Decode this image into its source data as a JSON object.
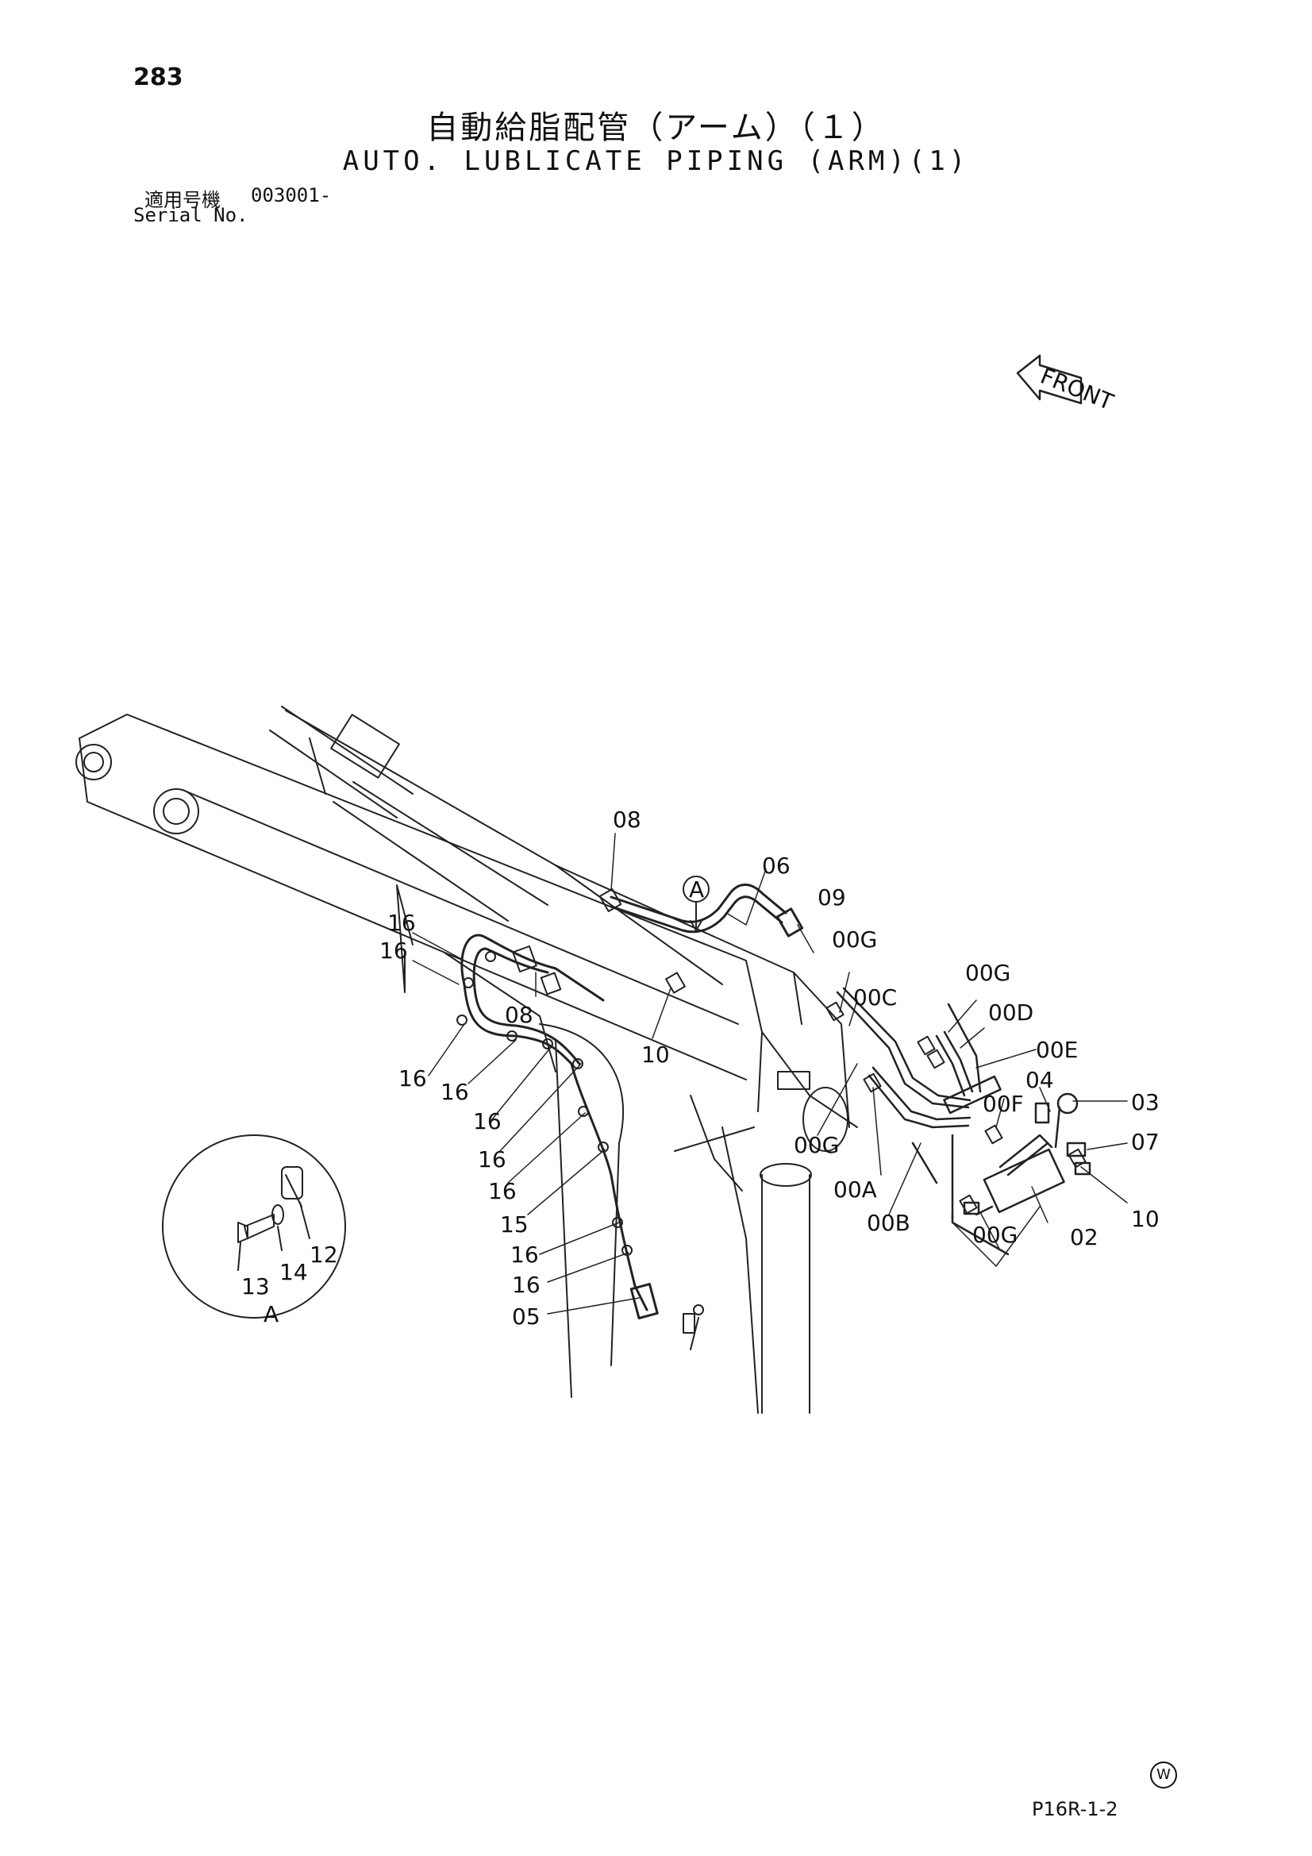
{
  "page_number": "283",
  "title_jp": "自動給脂配管（アーム）（１）",
  "title_en": "AUTO. LUBLICATE PIPING (ARM)(1)",
  "serial": {
    "label_jp": "適用号機",
    "label_en": "Serial No.",
    "value": "003001-"
  },
  "front_label": "FRONT",
  "callouts": {
    "c08a": "08",
    "c06": "06",
    "c09": "09",
    "cA": "A",
    "c00Ga": "00G",
    "c16a": "16",
    "c16b": "16",
    "c08b": "08",
    "c10a": "10",
    "c00Gb": "00G",
    "c00C": "00C",
    "c00D": "00D",
    "c00E": "00E",
    "c04": "04",
    "c03": "03",
    "c16c": "16",
    "c16d": "16",
    "c16e": "16",
    "c00F": "00F",
    "c00Gc": "00G",
    "c07": "07",
    "c16f": "16",
    "c16g": "16",
    "c15": "15",
    "c00A": "00A",
    "c00B": "00B",
    "c10b": "10",
    "c00Gd": "00G",
    "c02": "02",
    "c16h": "16",
    "c16i": "16",
    "c05": "05",
    "c12": "12",
    "c14": "14",
    "c13": "13",
    "cDetail": "A"
  },
  "footer_code": "P16R-1-2",
  "w_mark": "W"
}
